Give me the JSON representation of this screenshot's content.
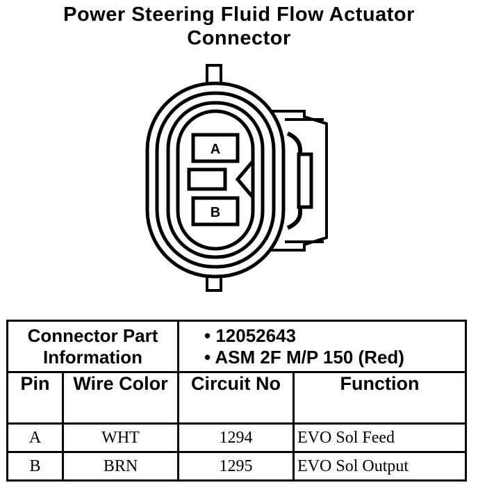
{
  "title": {
    "line1": "Power Steering Fluid Flow Actuator",
    "line2": "Connector"
  },
  "connector": {
    "pin_a": "A",
    "pin_b": "B"
  },
  "table": {
    "part_info_label": "Connector Part Information",
    "part_numbers": [
      "• 12052643",
      "• ASM 2F M/P 150 (Red)"
    ],
    "headers": {
      "pin": "Pin",
      "wire_color": "Wire Color",
      "circuit_no": "Circuit No",
      "function": "Function"
    },
    "rows": [
      {
        "pin": "A",
        "wire_color": "WHT",
        "circuit_no": "1294",
        "function": "EVO Sol Feed"
      },
      {
        "pin": "B",
        "wire_color": "BRN",
        "circuit_no": "1295",
        "function": "EVO Sol Output"
      }
    ]
  }
}
